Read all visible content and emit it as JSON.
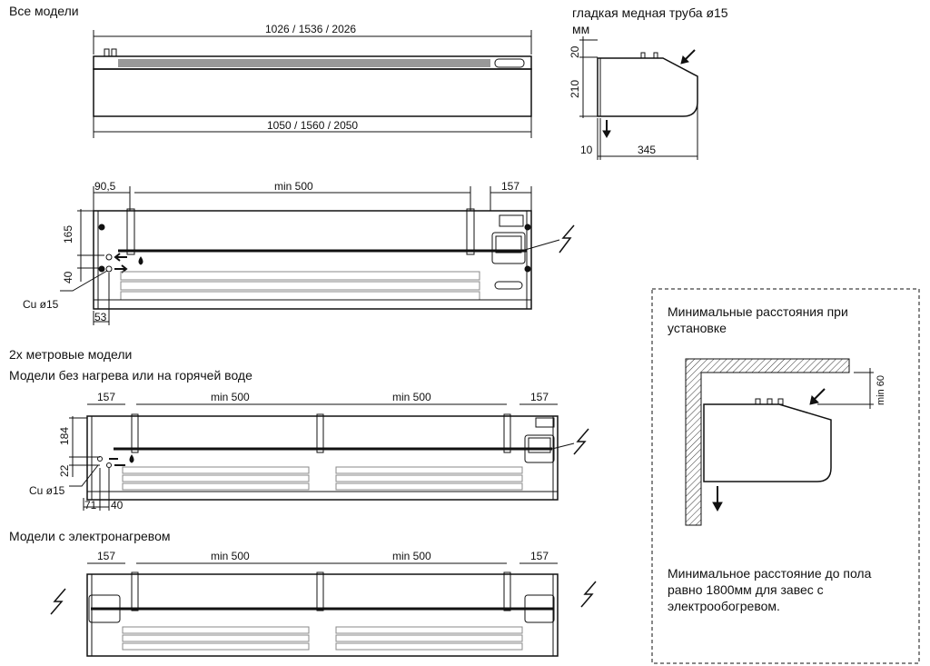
{
  "headings": {
    "all_models": "Все модели",
    "double_models": "2x метровые модели",
    "no_heat_models": "Модели без нагрева или на горячей воде",
    "electric_models": "Модели с электронагревом"
  },
  "top_view": {
    "dim_top": "1026 / 1536 / 2026",
    "dim_bottom": "1050 / 1560 / 2050"
  },
  "side_view": {
    "title": "гладкая медная труба ø15",
    "unit": "мм",
    "dim_20": "20",
    "dim_210": "210",
    "dim_10": "10",
    "dim_345": "345"
  },
  "one_meter": {
    "dim_left": "90,5",
    "dim_min": "min 500",
    "dim_right": "157",
    "dim_165": "165",
    "dim_40": "40",
    "pipe": "Cu ø15",
    "dim_53": "53"
  },
  "two_meter_water": {
    "dim_left": "157",
    "dim_min1": "min 500",
    "dim_min2": "min 500",
    "dim_right": "157",
    "dim_184": "184",
    "dim_22": "22",
    "pipe": "Cu ø15",
    "dim_71": "71",
    "dim_40": "40"
  },
  "two_meter_electric": {
    "dim_left": "157",
    "dim_min1": "min 500",
    "dim_min2": "min 500",
    "dim_right": "157"
  },
  "install_box": {
    "title": "Минимальные расстояния при установке",
    "min_gap": "min 60",
    "note": "Минимальное расстояние до пола равно 1800мм для завес с электрообогревом."
  }
}
